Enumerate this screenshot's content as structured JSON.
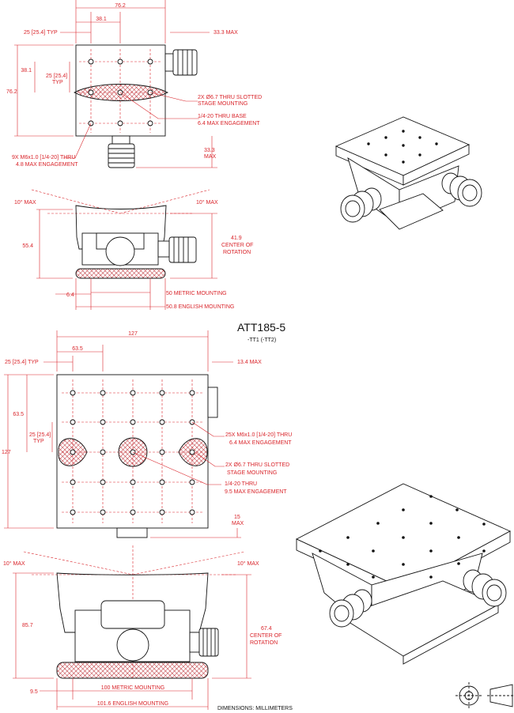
{
  "title": "ATT185-5",
  "subtitle": "-TT1 (-TT2)",
  "footer_note": "DIMENSIONS:  MILLIMETERS",
  "colors": {
    "dimension": "#d9242a",
    "outline": "#111111",
    "hatch": "#b3151b"
  },
  "small_stage": {
    "width": "76.2",
    "pitch_x": "38.1",
    "typ_spacing": "25 [25.4] TYP",
    "knob_offset": "33.3 MAX",
    "height": "76.2",
    "pitch_y": "38.1",
    "typ_y_line1": "25 [25.4]",
    "typ_y_line2": "TYP",
    "note_slotted_line1": "2X  Ø6.7 THRU SLOTTED",
    "note_slotted_line2": "STAGE MOUNTING",
    "note_base_line1": "1/4-20 THRU BASE",
    "note_base_line2": "6.4 MAX ENGAGEMENT",
    "note_holes_line1": "9X M6x1.0 [1/4-20] THRU",
    "note_holes_line2": "4.8 MAX ENGAGEMENT",
    "bottom_knob_line1": "33.3",
    "bottom_knob_line2": "MAX",
    "tilt_left": "10° MAX",
    "tilt_right": "10° MAX",
    "side_height": "55.4",
    "cor_line1": "41.9",
    "cor_line2": "CENTER OF",
    "cor_line3": "ROTATION",
    "base_offset": "6.4",
    "metric_mounting": "50 METRIC MOUNTING",
    "english_mounting": "50.8 ENGLISH MOUNTING"
  },
  "large_stage": {
    "width": "127",
    "pitch_x": "63.5",
    "typ_spacing": "25 [25.4] TYP",
    "knob_offset": "13.4 MAX",
    "height": "127",
    "pitch_y": "63.5",
    "typ_y_line1": "25 [25.4]",
    "typ_y_line2": "TYP",
    "note_holes_line1": "25X M6x1.0 [1/4-20] THRU",
    "note_holes_line2": "6.4 MAX ENGAGEMENT",
    "note_slotted_line1": "2X  Ø6.7 THRU SLOTTED",
    "note_slotted_line2": "STAGE MOUNTING",
    "note_thru_line1": "1/4-20 THRU",
    "note_thru_line2": "9.5 MAX ENGAGEMENT",
    "bottom_knob_line1": "15",
    "bottom_knob_line2": "MAX",
    "tilt_left": "10° MAX",
    "tilt_right": "10° MAX",
    "side_height": "85.7",
    "cor_line1": "67.4",
    "cor_line2": "CENTER OF",
    "cor_line3": "ROTATION",
    "base_offset": "9.5",
    "metric_mounting": "100 METRIC MOUNTING",
    "english_mounting": "101.6 ENGLISH MOUNTING"
  }
}
